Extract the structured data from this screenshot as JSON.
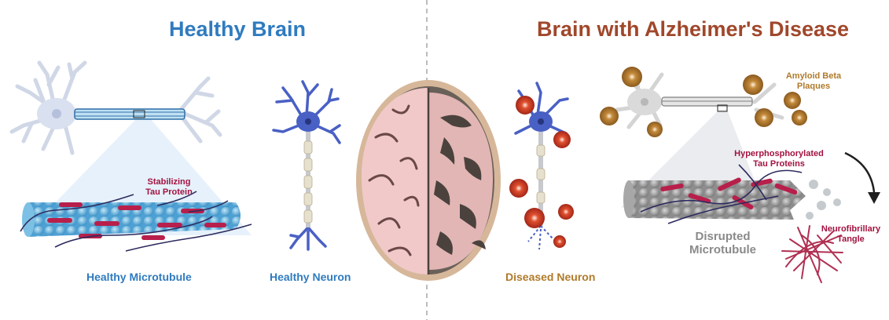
{
  "colors": {
    "healthy": "#2f7bbf",
    "disease": "#a0472b",
    "tau": "#a3123f",
    "amyloid": "#b07a2a",
    "gray_text": "#8a8a8a",
    "microtubule": "#6fb6dc",
    "neuron_blue": "#4960c4"
  },
  "healthy": {
    "title": "Healthy Brain",
    "tau_label_1": "Stabilizing",
    "tau_label_2": "Tau Protein",
    "microtubule_label": "Healthy Microtubule",
    "neuron_label": "Healthy Neuron"
  },
  "disease": {
    "title": "Brain with Alzheimer's Disease",
    "amyloid_label_1": "Amyloid Beta",
    "amyloid_label_2": "Plaques",
    "hyper_label_1": "Hyperphosphorylated",
    "hyper_label_2": "Tau Proteins",
    "neuron_label": "Diseased Neuron",
    "disrupted_label_1": "Disrupted",
    "disrupted_label_2": "Microtubule",
    "tangle_label_1": "Neurofibrillary",
    "tangle_label_2": "Tangle"
  },
  "icons": [
    "neuron-icon",
    "microtubule-icon",
    "brain-icon",
    "plaque-icon",
    "tangle-icon"
  ]
}
